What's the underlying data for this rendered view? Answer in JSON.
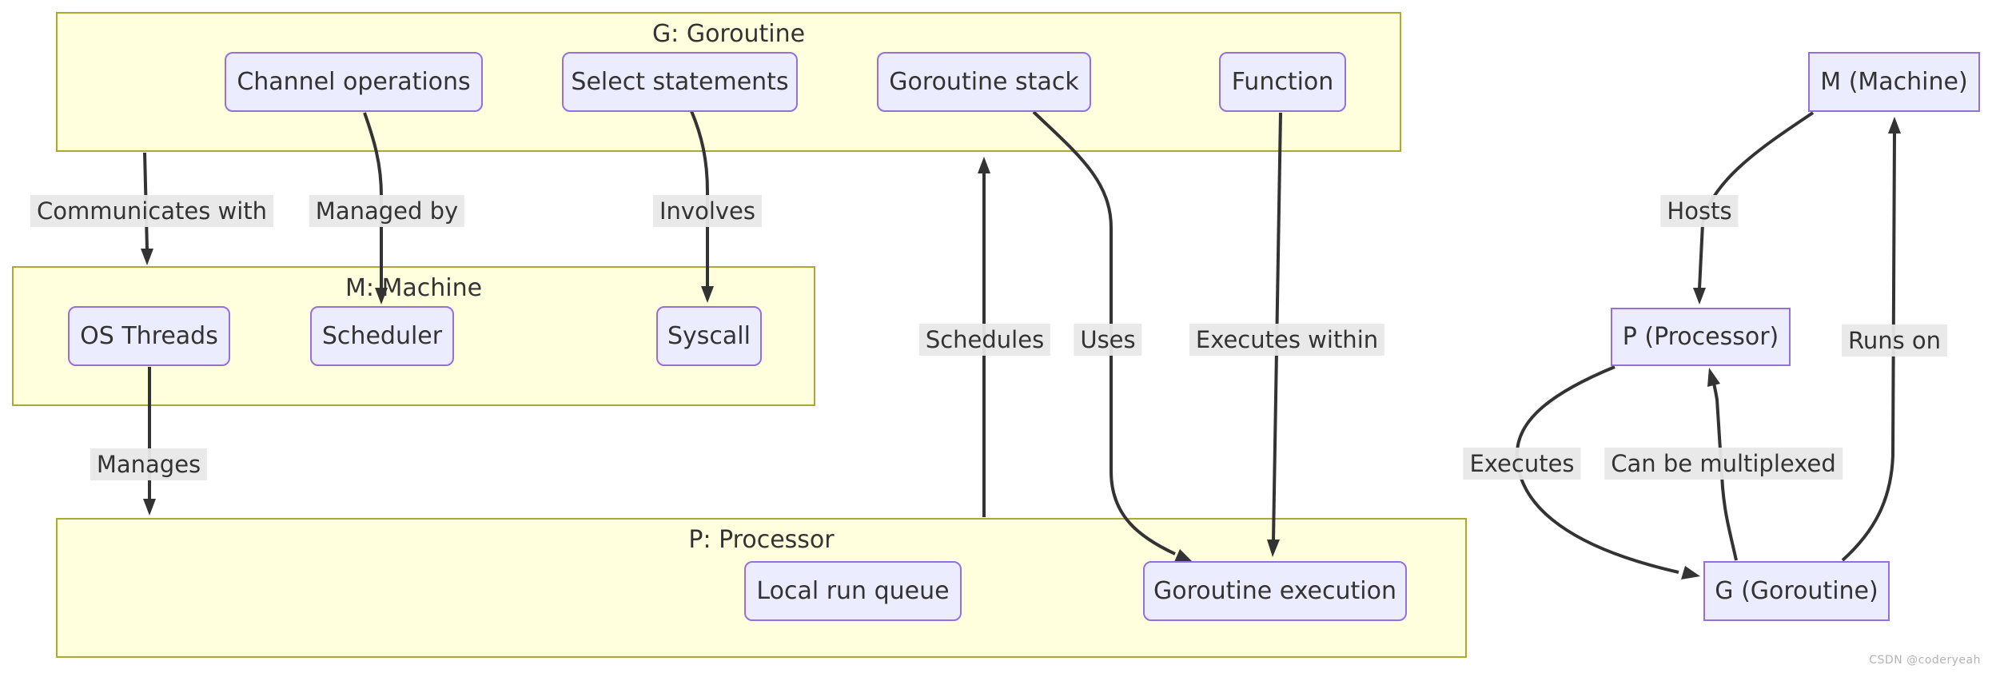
{
  "diagram": {
    "type": "flowchart",
    "clusters": [
      {
        "id": "g",
        "title": "G: Goroutine",
        "nodes": [
          {
            "label": "Channel operations"
          },
          {
            "label": "Select statements"
          },
          {
            "label": "Goroutine stack"
          },
          {
            "label": "Function"
          }
        ]
      },
      {
        "id": "m",
        "title": "M: Machine",
        "nodes": [
          {
            "label": "OS Threads"
          },
          {
            "label": "Scheduler"
          },
          {
            "label": "Syscall"
          }
        ]
      },
      {
        "id": "p",
        "title": "P: Processor",
        "nodes": [
          {
            "label": "Local run queue"
          },
          {
            "label": "Goroutine execution"
          }
        ]
      }
    ],
    "standalone_nodes": [
      {
        "label": "M (Machine)"
      },
      {
        "label": "P (Processor)"
      },
      {
        "label": "G (Goroutine)"
      }
    ],
    "edges": [
      {
        "from": "G: Goroutine",
        "to": "M: Machine",
        "label": "Communicates with"
      },
      {
        "from": "Channel operations",
        "to": "Scheduler",
        "label": "Managed by"
      },
      {
        "from": "Select statements",
        "to": "Syscall",
        "label": "Involves"
      },
      {
        "from": "OS Threads",
        "to": "P: Processor",
        "label": "Manages"
      },
      {
        "from": "P: Processor",
        "to": "G: Goroutine",
        "label": "Schedules"
      },
      {
        "from": "Goroutine stack",
        "to": "Goroutine execution",
        "label": "Uses"
      },
      {
        "from": "Function",
        "to": "Goroutine execution",
        "label": "Executes within"
      },
      {
        "from": "M (Machine)",
        "to": "P (Processor)",
        "label": "Hosts"
      },
      {
        "from": "G (Goroutine)",
        "to": "M (Machine)",
        "label": "Runs on"
      },
      {
        "from": "P (Processor)",
        "to": "G (Goroutine)",
        "label": "Executes"
      },
      {
        "from": "G (Goroutine)",
        "to": "P (Processor)",
        "label": "Can be multiplexed"
      }
    ],
    "colors": {
      "cluster_fill": "#ffffde",
      "cluster_border": "#aaaa33",
      "node_fill": "#ECECFF",
      "node_border": "#9370DB",
      "edge_stroke": "#333333",
      "edge_label_bg": "#e8e8e8",
      "text": "#333333"
    }
  },
  "watermark": "CSDN @coderyeah"
}
